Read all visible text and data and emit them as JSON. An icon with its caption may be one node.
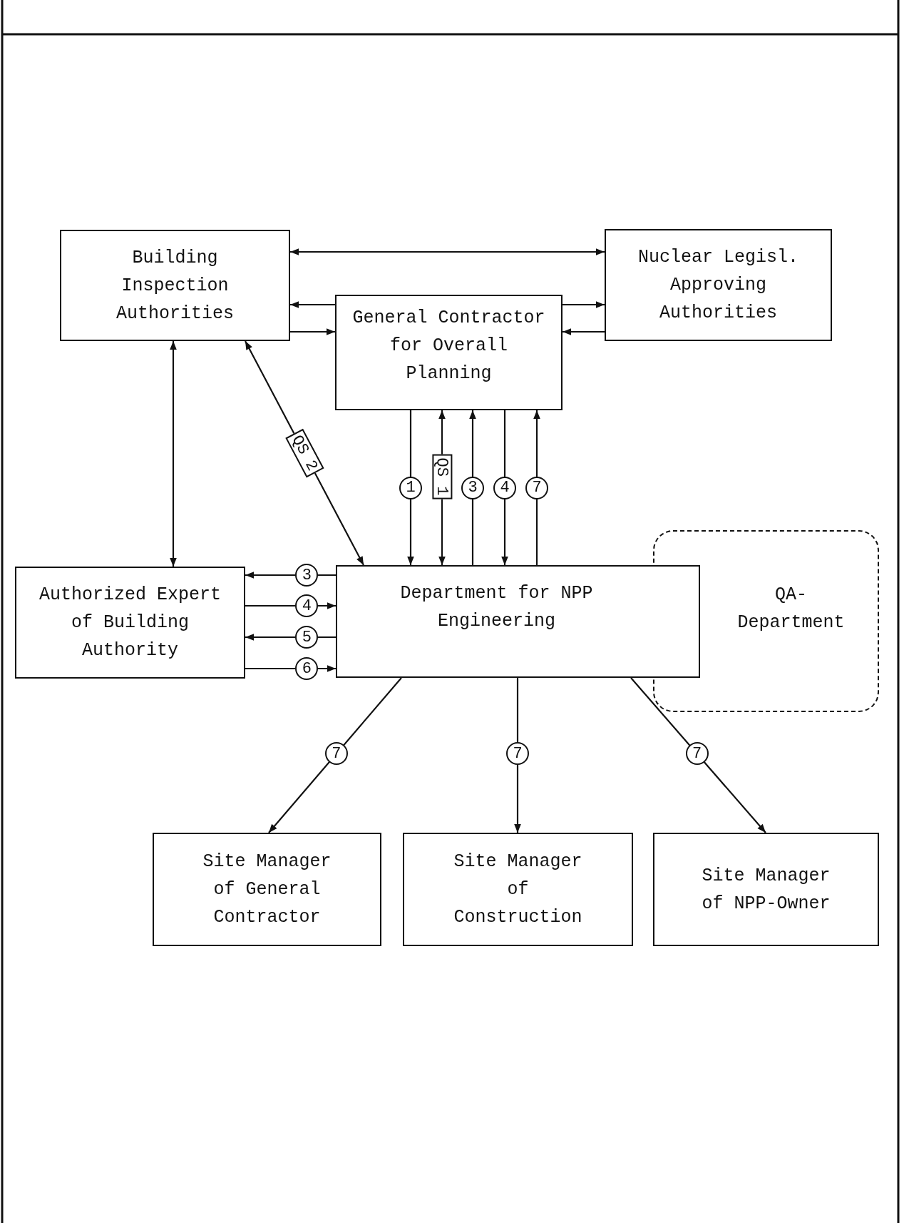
{
  "diagram": {
    "nodes": [
      {
        "text": [
          "Building Inspection Authorities"
        ]
      },
      {
        "text": [
          "Nuclear Legisl. Approving Authorities"
        ]
      },
      {
        "text": [
          "General Contractor for Overall Planning"
        ]
      },
      {
        "text": [
          "Authorized Expert of Building Authority"
        ]
      },
      {
        "text": [
          "Department for NPP Engineering"
        ]
      },
      {
        "text": [
          "QA- Department"
        ]
      },
      {
        "text": [
          "Site Manager of General Contractor"
        ]
      },
      {
        "text": [
          "Site Manager of Construction"
        ]
      },
      {
        "text": [
          "Site Manager of NPP-Owner"
        ]
      }
    ],
    "edges": [
      {
        "from": 0,
        "to": 1,
        "arrow": "both"
      },
      {
        "from": 2,
        "to": 0,
        "arrow": "to"
      },
      {
        "from": 0,
        "to": 2,
        "arrow": "to"
      },
      {
        "from": 2,
        "to": 1,
        "arrow": "to"
      },
      {
        "from": 1,
        "to": 2,
        "arrow": "to"
      },
      {
        "from": 0,
        "to": 3,
        "arrow": "both"
      },
      {
        "from": 0,
        "to": 4,
        "arrow": "both",
        "label": "QS 2"
      },
      {
        "from": 2,
        "to": 4,
        "arrow": "to",
        "label": "1"
      },
      {
        "from": 2,
        "to": 4,
        "arrow": "both",
        "label": "QS 1"
      },
      {
        "from": 4,
        "to": 2,
        "arrow": "to",
        "label": "3"
      },
      {
        "from": 2,
        "to": 4,
        "arrow": "to",
        "label": "4"
      },
      {
        "from": 4,
        "to": 2,
        "arrow": "to",
        "label": "7"
      },
      {
        "from": 4,
        "to": 3,
        "arrow": "to",
        "label": "3"
      },
      {
        "from": 3,
        "to": 4,
        "arrow": "to",
        "label": "4"
      },
      {
        "from": 4,
        "to": 3,
        "arrow": "to",
        "label": "5"
      },
      {
        "from": 3,
        "to": 4,
        "arrow": "to",
        "label": "6"
      },
      {
        "from": 4,
        "to": 6,
        "arrow": "to",
        "label": "7"
      },
      {
        "from": 4,
        "to": 7,
        "arrow": "to",
        "label": "7"
      },
      {
        "from": 4,
        "to": 8,
        "arrow": "to",
        "label": "7"
      }
    ]
  }
}
